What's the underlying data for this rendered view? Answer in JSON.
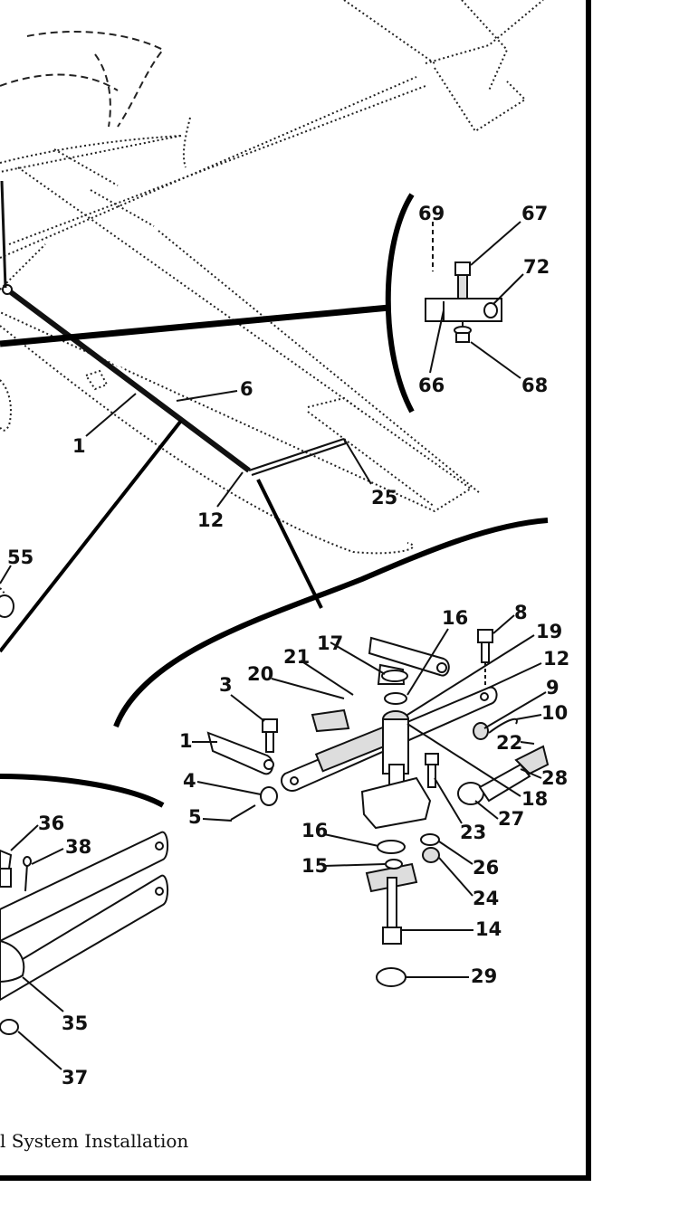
{
  "caption": "l System Installation",
  "callouts": {
    "main": [
      "1",
      "6",
      "12",
      "25",
      "55"
    ],
    "inset_top": [
      "69",
      "67",
      "72",
      "66",
      "68"
    ],
    "inset_right": [
      "16",
      "8",
      "17",
      "19",
      "21",
      "12",
      "20",
      "3",
      "9",
      "10",
      "1",
      "22",
      "4",
      "28",
      "5",
      "18",
      "27",
      "23",
      "16",
      "26",
      "15",
      "24",
      "14",
      "29"
    ],
    "inset_left": [
      "36",
      "38",
      "35",
      "37"
    ]
  }
}
